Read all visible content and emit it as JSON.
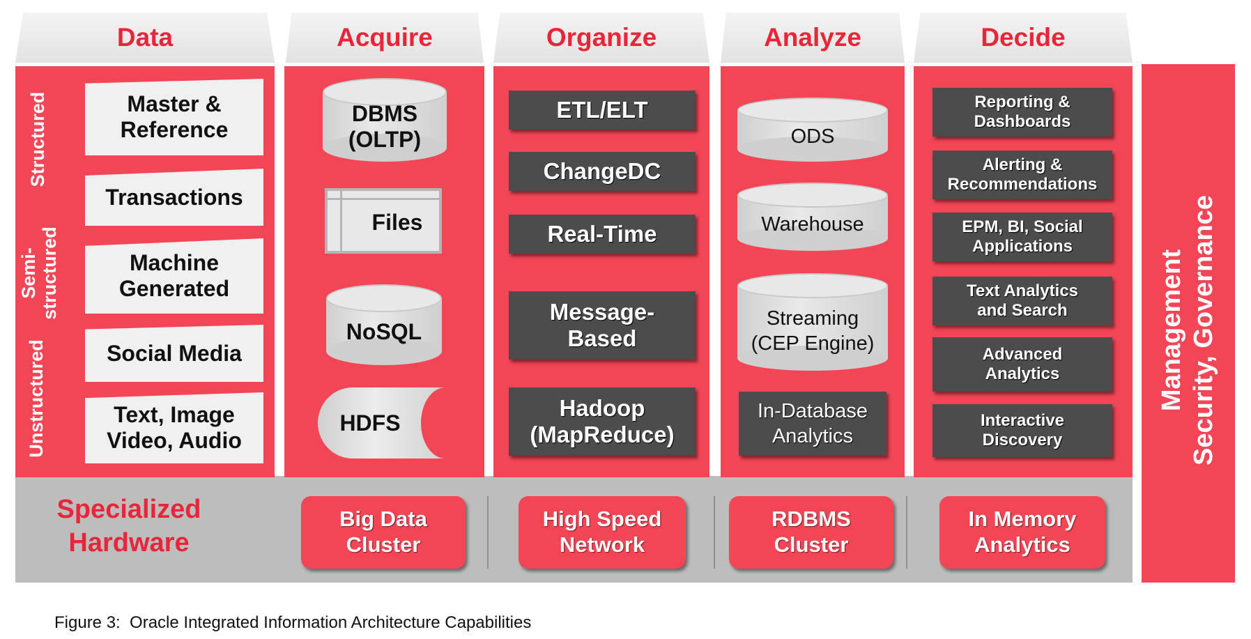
{
  "headers": [
    "Data",
    "Acquire",
    "Organize",
    "Analyze",
    "Decide"
  ],
  "data_column": {
    "categories": [
      "Structured",
      "Semi-\nstructured",
      "Unstructured"
    ],
    "items": [
      "Master &\nReference",
      "Transactions",
      "Machine\nGenerated",
      "Social Media",
      "Text, Image\nVideo, Audio"
    ]
  },
  "acquire": {
    "dbms": "DBMS\n(OLTP)",
    "files": "Files",
    "nosql": "NoSQL",
    "hdfs": "HDFS"
  },
  "organize": [
    "ETL/ELT",
    "ChangeDC",
    "Real-Time",
    "Message-\nBased",
    "Hadoop\n(MapReduce)"
  ],
  "analyze": {
    "ods": "ODS",
    "warehouse": "Warehouse",
    "streaming": "Streaming\n(CEP Engine)",
    "indb": "In-Database\nAnalytics"
  },
  "decide": [
    "Reporting &\nDashboards",
    "Alerting &\nRecommendations",
    "EPM, BI, Social\nApplications",
    "Text Analytics\nand Search",
    "Advanced\nAnalytics",
    "Interactive\nDiscovery"
  ],
  "hardware": {
    "label": "Specialized\nHardware",
    "items": [
      "Big Data\nCluster",
      "High Speed\nNetwork",
      "RDBMS\nCluster",
      "In Memory\nAnalytics"
    ]
  },
  "side_bar": "Management\nSecurity, Governance",
  "caption": "Figure 3:  Oracle Integrated Information Architecture Capabilities",
  "colors": {
    "accent_red": "#f24556",
    "header_text": "#e8263a",
    "dark_box": "#4c4c4c",
    "band_gray": "#bdbdbd"
  }
}
